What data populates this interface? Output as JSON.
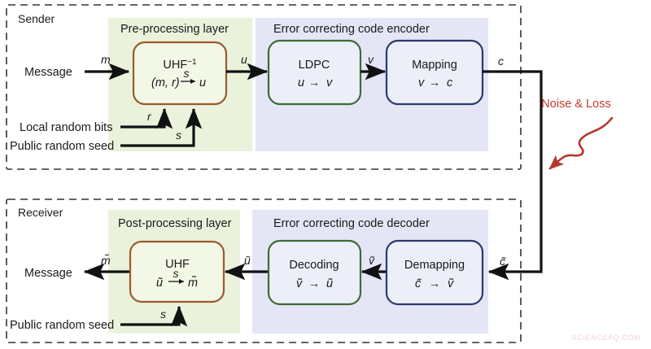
{
  "figure": {
    "background": "#ffffff",
    "watermark": "SCIENCEAQ.COM"
  },
  "colors": {
    "green_panel": "#eaf2dc",
    "blue_panel": "#e4e6f6",
    "brown_box_border": "#9c5a2d",
    "green_box_border": "#3f6b35",
    "blue_box_border": "#2b3a6b",
    "box_fill_green_panel": "#f2f7e6",
    "box_fill_blue_panel": "#eceef8",
    "line": "#111111",
    "dashed_border": "#333333",
    "noise": "#c0392b",
    "watermark": "#f3d2d6"
  },
  "sections": [
    {
      "id": "sender",
      "label": "Sender"
    },
    {
      "id": "receiver",
      "label": "Receiver"
    }
  ],
  "panels": [
    {
      "id": "pre-processing",
      "title": "Pre-processing layer",
      "tone": "green"
    },
    {
      "id": "ecc-encoder",
      "title": "Error correcting code encoder",
      "tone": "blue"
    },
    {
      "id": "post-processing",
      "title": "Post-processing layer",
      "tone": "green"
    },
    {
      "id": "ecc-decoder",
      "title": "Error correcting code decoder",
      "tone": "blue"
    }
  ],
  "blocks": {
    "uhf_inverse": {
      "title": "UHF",
      "title_sup": "−1",
      "formula_left": "(m, r)",
      "formula_arrow_label": "s",
      "formula_right": "u",
      "border": "brown"
    },
    "ldpc": {
      "title": "LDPC",
      "formula_left": "u",
      "formula_right": "v",
      "border": "green"
    },
    "mapping": {
      "title": "Mapping",
      "formula_left": "v",
      "formula_right": "c",
      "border": "blue"
    },
    "uhf": {
      "title": "UHF",
      "formula_left": "ũ",
      "formula_arrow_label": "s",
      "formula_right": "m̃",
      "border": "brown"
    },
    "decoding": {
      "title": "Decoding",
      "formula_left": "ṽ",
      "formula_right": "ũ",
      "border": "green"
    },
    "demapping": {
      "title": "Demapping",
      "formula_left": "c̃",
      "formula_right": "ṽ",
      "border": "blue"
    }
  },
  "io_labels": {
    "sender_message": "Message",
    "local_random_bits": "Local random bits",
    "public_random_seed": "Public random seed",
    "receiver_message": "Message",
    "receiver_public_random_seed": "Public random seed"
  },
  "signals": {
    "m": "m",
    "r": "r",
    "s": "s",
    "u": "u",
    "v": "v",
    "c": "c",
    "c_tilde": "c̃",
    "v_tilde": "ṽ",
    "u_tilde": "ũ",
    "m_tilde": "m̃",
    "s_receiver": "s"
  },
  "annotations": {
    "noise_loss": "Noise & Loss"
  }
}
